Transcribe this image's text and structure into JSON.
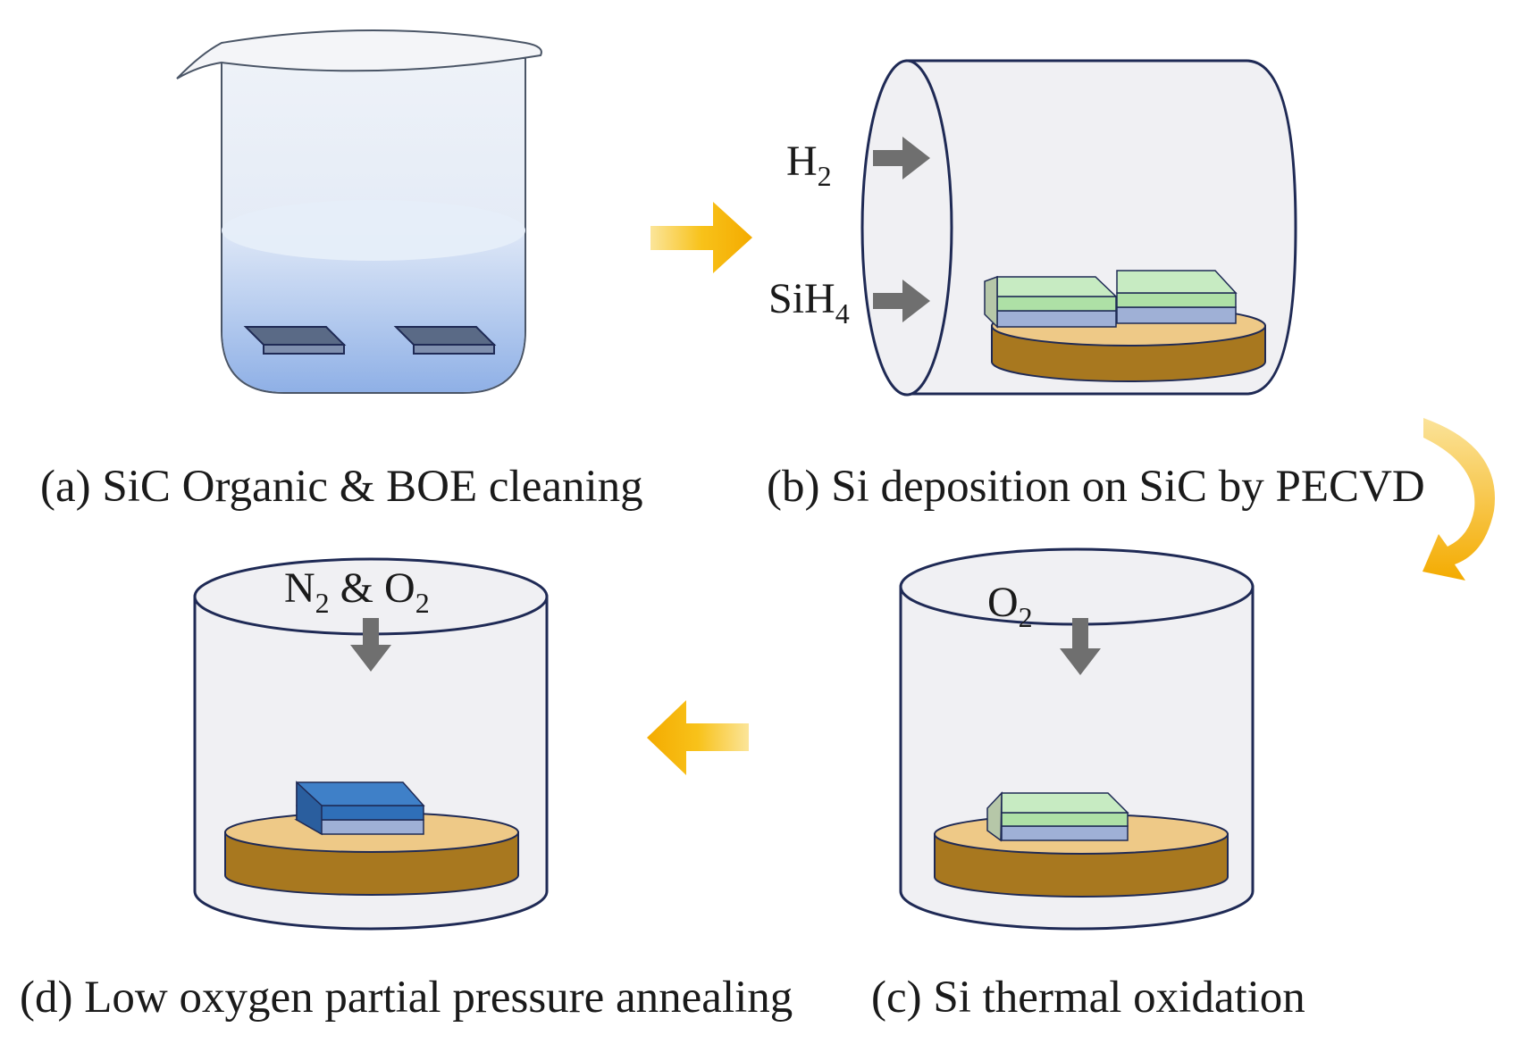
{
  "captions": {
    "a": "(a) SiC Organic & BOE cleaning",
    "b": "(b) Si deposition on SiC by PECVD",
    "c": "(c) Si thermal oxidation",
    "d": "(d) Low oxygen partial pressure annealing"
  },
  "gas_labels": {
    "h2": {
      "base": "H",
      "sub": "2"
    },
    "sih4": {
      "base": "SiH",
      "sub": "4"
    },
    "o2": {
      "base": "O",
      "sub": "2"
    },
    "n2_o2": {
      "n": "N",
      "n_sub": "2",
      "amp": " & ",
      "o": "O",
      "o_sub": "2"
    }
  },
  "icons": {
    "beaker": "beaker-icon",
    "tube_furnace": "tube-furnace-icon",
    "furnace": "cylindrical-furnace-icon",
    "process_arrow": "orange-process-arrow",
    "gas_arrow": "gray-gas-arrow"
  },
  "colors": {
    "process_arrow": "#f7b500",
    "gas_arrow": "#6f6f6f",
    "vessel_outline": "#1f2a55",
    "vessel_fill": "#f0f0f3",
    "liquid": "#9db9e8",
    "stage_top": "#eec987",
    "stage_side": "#a8781f",
    "si_layer": "#c7ebc2",
    "sic_layer": "#9fb0d6",
    "oxide_layer": "#2f6fb8",
    "sic_wafer": "#5a6a86"
  }
}
